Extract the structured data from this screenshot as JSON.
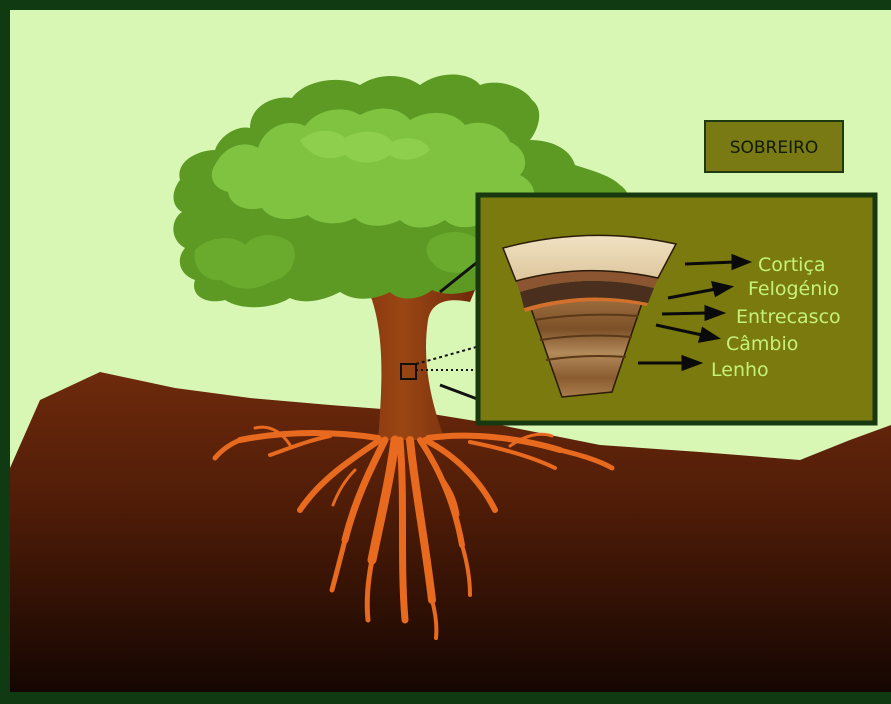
{
  "title_box": {
    "label": "SOBREIRO"
  },
  "layers": [
    {
      "key": "cortica",
      "label": "Cortiça"
    },
    {
      "key": "felogenio",
      "label": "Felogénio"
    },
    {
      "key": "entrecasco",
      "label": "Entrecasco"
    },
    {
      "key": "cambio",
      "label": "Câmbio"
    },
    {
      "key": "lenho",
      "label": "Lenho"
    }
  ],
  "colors": {
    "sky": "#d9f7b4",
    "frame": "#0f3a12",
    "panel": "#7a7a0f",
    "panel_border": "#18380f",
    "title_box": "#7a7a14",
    "label_text": "#c4f27a",
    "soil_top": "#6e2a0c",
    "soil_bottom": "#170703",
    "foliage_dark": "#5c9a24",
    "foliage_light": "#7fc341",
    "trunk": "#8f3a10",
    "roots": "#e86a1f"
  },
  "icons": {
    "tree": "tree-illustration",
    "roots": "roots-illustration",
    "zoom_marker": "zoom-square-icon",
    "arrow": "right-arrow-icon"
  }
}
